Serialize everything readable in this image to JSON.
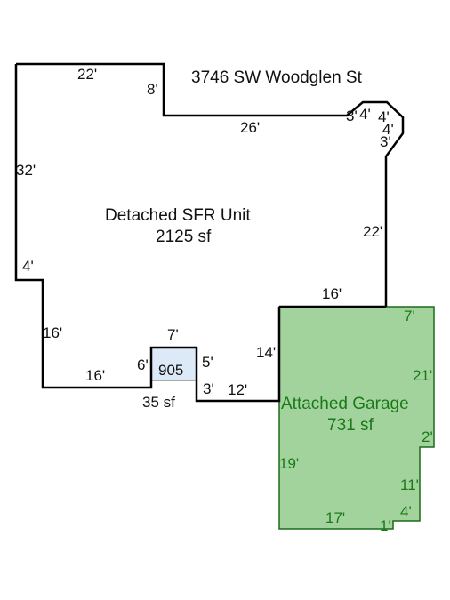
{
  "address": "3746 SW Woodglen St",
  "house": {
    "name": "Detached SFR Unit",
    "area": "2125 sf",
    "outline_color": "#000000",
    "dims": {
      "top_left": "22'",
      "left": "32'",
      "step_down": "8'",
      "top_middle": "26'",
      "corner_a": "3'",
      "corner_b": "4'",
      "corner_c": "4'",
      "corner_d": "4'",
      "corner_e": "3'",
      "right": "22'",
      "garage_top": "16'",
      "left_jog": "4'",
      "left_lower": "16'",
      "bottom_left": "16'",
      "bottom_right": "12'",
      "notch": "3'",
      "garage_side": "14'"
    }
  },
  "bump": {
    "name": "905",
    "area": "35 sf",
    "fill": "#dce9f7",
    "dims": {
      "top": "7'",
      "left": "6'",
      "right": "5'"
    }
  },
  "garage": {
    "name": "Attached Garage",
    "area": "731 sf",
    "fill": "#a3d39c",
    "stroke": "#1a6b1a",
    "dims": {
      "top": "7'",
      "right_upper": "21'",
      "jog": "2'",
      "right_lower": "11'",
      "step": "4'",
      "left": "19'",
      "bottom": "17'",
      "corner": "1'"
    }
  }
}
